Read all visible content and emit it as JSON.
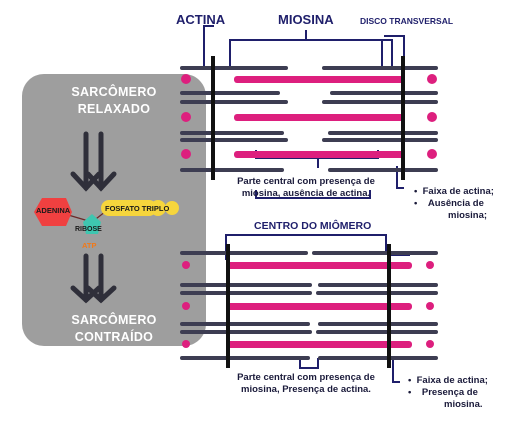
{
  "headers": {
    "actina": "ACTINA",
    "miosina": "MIOSINA",
    "disco": "DISCO TRANSVERSAL",
    "centro": "CENTRO DO MIÔMERO"
  },
  "panel": {
    "relaxed_title_1": "SARCÔMERO",
    "relaxed_title_2": "RELAXADO",
    "contracted_title_1": "SARCÔMERO",
    "contracted_title_2": "CONTRAÍDO"
  },
  "molecule": {
    "adenine": "ADENINA",
    "ribose": "RIBOSE",
    "phosphate": "FOSFATO TRIPLO",
    "atp": "ATP"
  },
  "captions": {
    "top_1": "Parte central com presença de",
    "top_2": "miosina, ausência de actina.",
    "bottom_1": "Parte central com presença de",
    "bottom_2": "miosina, Presença de actina."
  },
  "bullets_top": {
    "b1": "Faixa de actina;",
    "b2a": "Ausência de",
    "b2b": "miosina;"
  },
  "bullets_bottom": {
    "b1": "Faixa de actina;",
    "b2a": "Presença de",
    "b2b": "miosina."
  },
  "colors": {
    "panel": "#9e9e9e",
    "actin": "#3d3d52",
    "myosin": "#dd1f7e",
    "navy": "#1f1f6b",
    "adenine": "#f04040",
    "ribose": "#3ec6b0",
    "phosphate": "#f6d53c"
  }
}
